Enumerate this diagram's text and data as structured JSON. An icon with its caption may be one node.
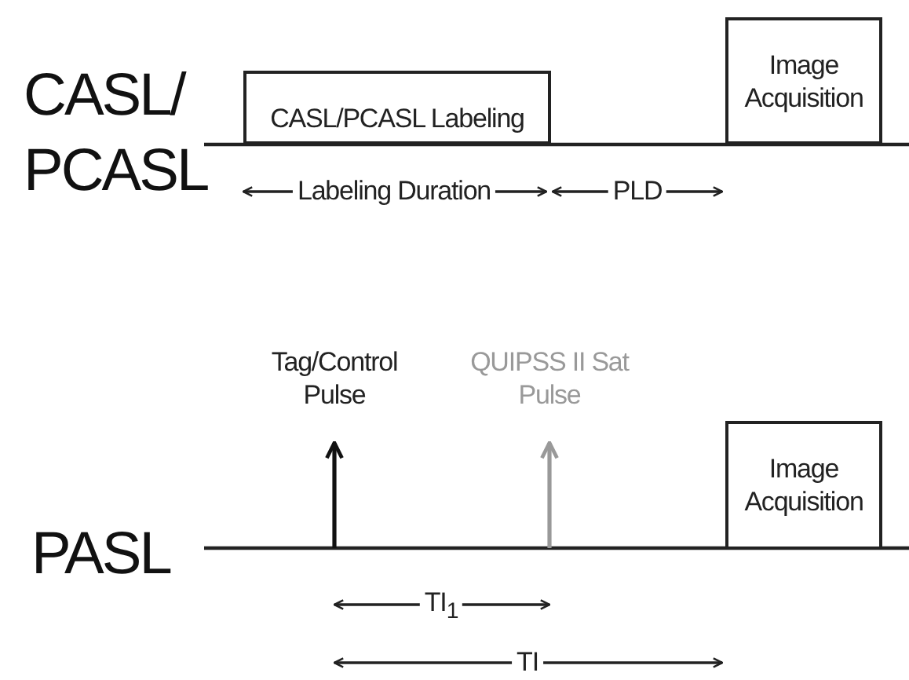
{
  "diagram": {
    "nodes": [
      {
        "text": [
          "CASL/PCASL Labeling"
        ]
      },
      {
        "text": [
          "Image Acquisition"
        ]
      },
      {
        "text": [
          "Image Acquisition"
        ]
      }
    ],
    "labels": [
      "CASL/ PCASL",
      "Labeling Duration",
      "PLD",
      "Tag/Control Pulse",
      "QUIPSS II Sat Pulse",
      "PASL",
      "TI$_{1}$",
      "TI"
    ]
  }
}
